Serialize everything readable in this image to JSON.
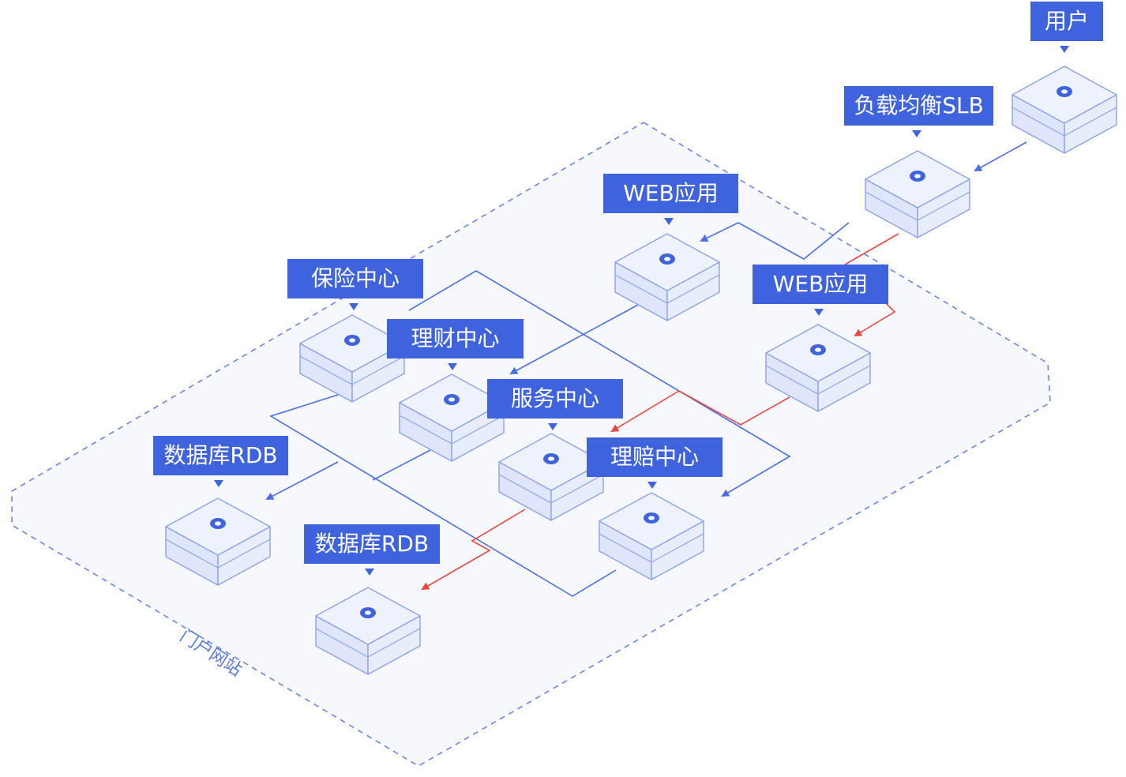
{
  "zone": {
    "label": "门户网站"
  },
  "nodes": {
    "user": {
      "label": "用户",
      "icon": "user-icon"
    },
    "slb": {
      "label": "负载均衡SLB",
      "icon": "load-balancer-icon"
    },
    "web1": {
      "label": "WEB应用",
      "icon": "web-app-icon"
    },
    "web2": {
      "label": "WEB应用",
      "icon": "web-app-icon"
    },
    "insurance": {
      "label": "保险中心",
      "icon": "service-icon"
    },
    "finance": {
      "label": "理财中心",
      "icon": "service-icon"
    },
    "service": {
      "label": "服务中心",
      "icon": "service-icon"
    },
    "claims": {
      "label": "理赔中心",
      "icon": "service-icon"
    },
    "db1": {
      "label": "数据库RDB",
      "icon": "database-icon"
    },
    "db2": {
      "label": "数据库RDB",
      "icon": "database-icon"
    }
  },
  "colors": {
    "label_bg": "#3f63dd",
    "flow_normal": "#4a6fe0",
    "flow_highlight": "#e5483e",
    "zone_border": "#6a86e6",
    "zone_fill": "#f6f8fe",
    "box_top": "#eef2fd",
    "box_side": "#dfe6fb",
    "box_edge": "#8aa3ee"
  }
}
